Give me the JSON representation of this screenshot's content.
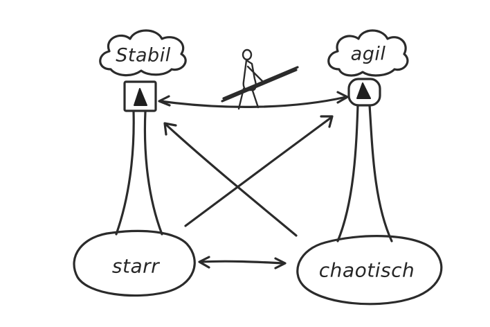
{
  "nodes": {
    "stabil": "Stabil",
    "agil": "agil",
    "starr": "starr",
    "chaotisch": "chaotisch"
  },
  "colors": {
    "ink": "#2b2b2b",
    "background": "#ffffff"
  }
}
